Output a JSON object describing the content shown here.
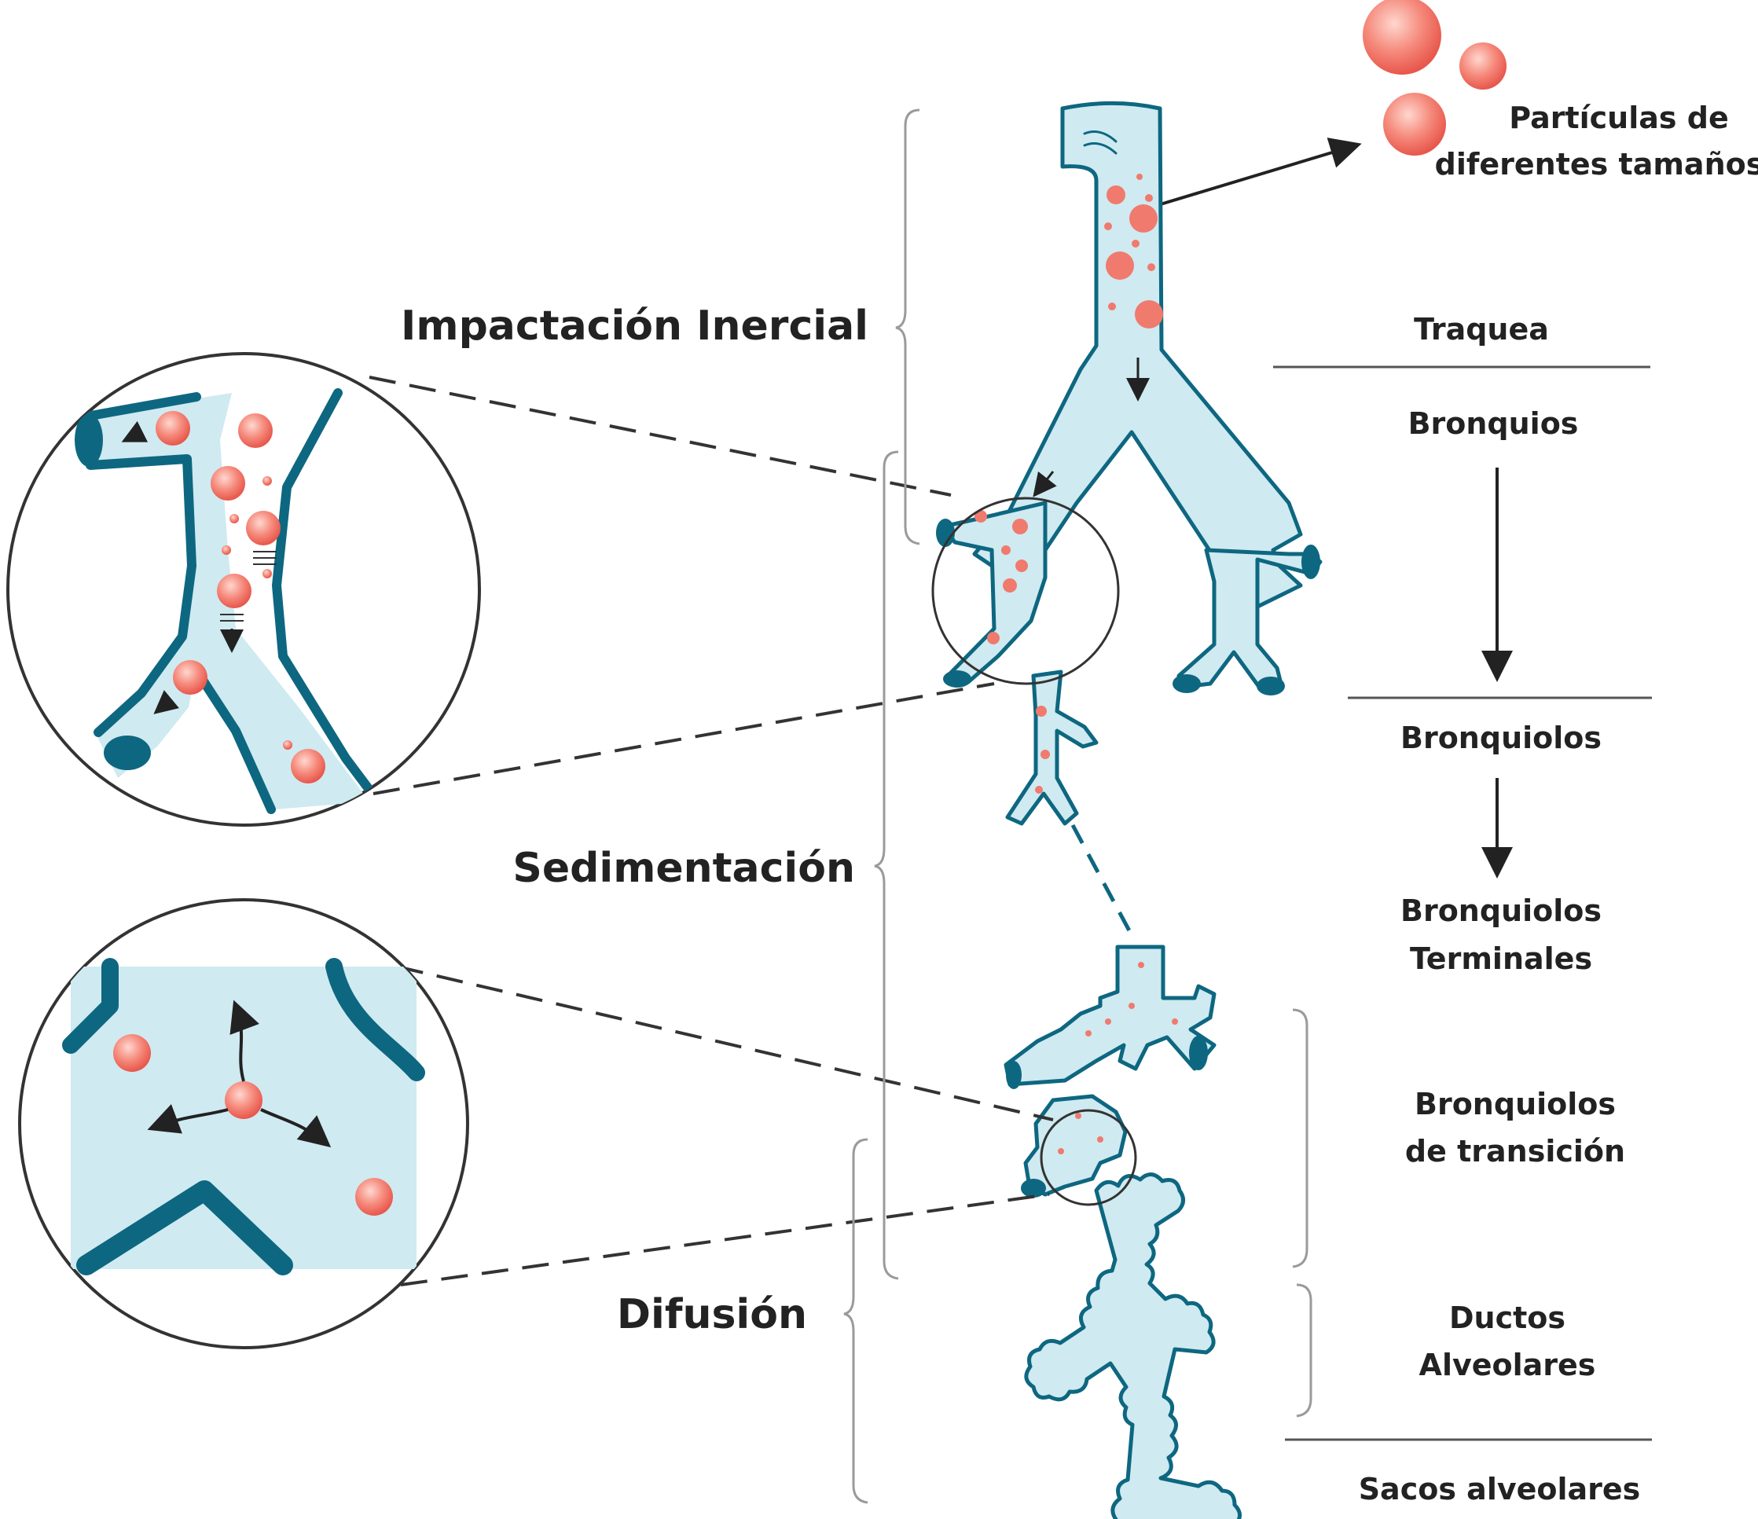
{
  "mechanisms": {
    "inertial": "Impactación Inercial",
    "sedimentation": "Sedimentación",
    "diffusion": "Difusión"
  },
  "particles_note": {
    "line1": "Partículas de",
    "line2": "diferentes tamaños"
  },
  "regions": {
    "trachea": "Traquea",
    "bronchi": "Bronquios",
    "bronchioles": "Bronquiolos",
    "terminal_line1": "Bronquiolos",
    "terminal_line2": "Terminales",
    "transitional_line1": "Bronquiolos",
    "transitional_line2": "de transición",
    "ducts_line1": "Ductos",
    "ducts_line2": "Alveolares",
    "sacs": "Sacos alveolares"
  },
  "colors": {
    "airway_fill": "#cfeaf1",
    "airway_wall": "#0e6780",
    "particle": "#f07a6e"
  }
}
